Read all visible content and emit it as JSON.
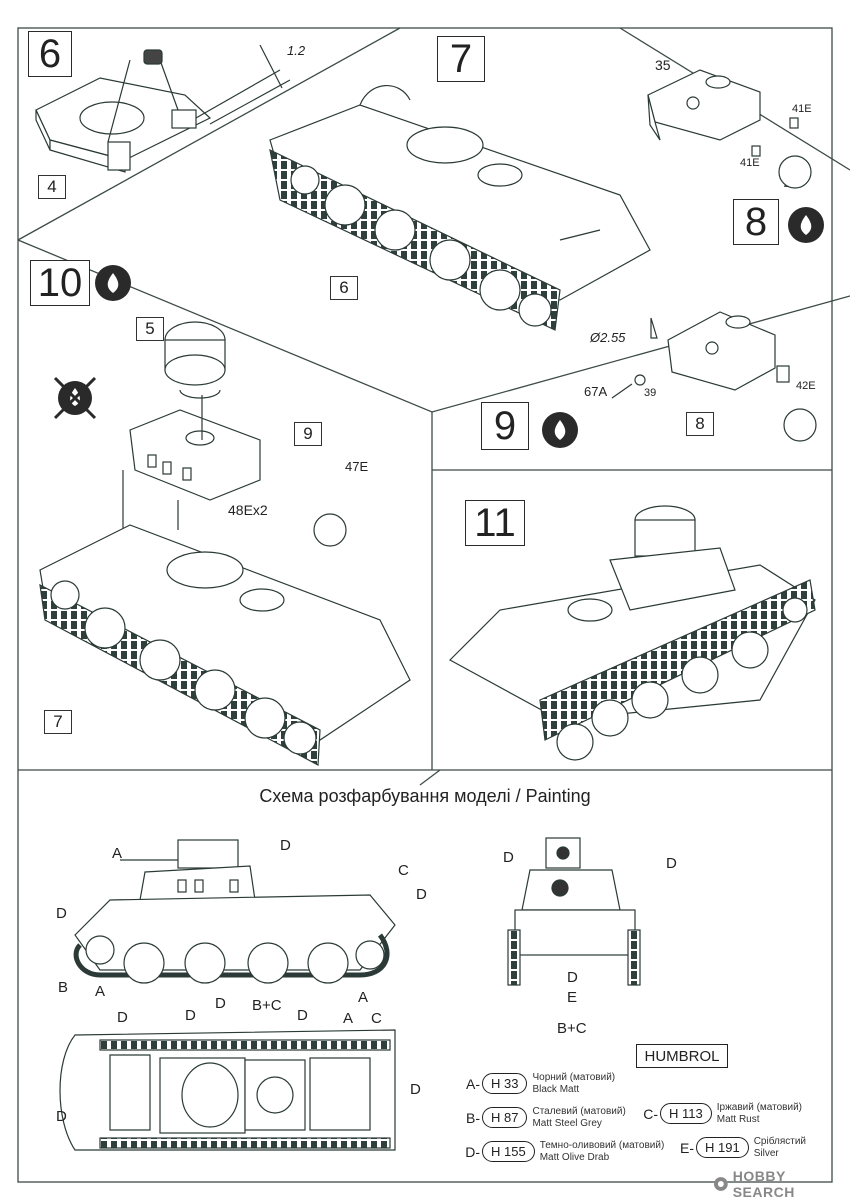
{
  "steps": {
    "s6": {
      "number": "6",
      "parts": {
        "p4": "4"
      },
      "dimension": "1.2"
    },
    "s7": {
      "number": "7",
      "parts": {
        "p6": "6"
      }
    },
    "s8": {
      "number": "8",
      "parts": {
        "p35": "35",
        "p41e_a": "41E",
        "p41e_b": "41E"
      }
    },
    "s9": {
      "number": "9",
      "parts": {
        "dia": "Ø2.55",
        "p67a": "67A",
        "p39": "39",
        "p42e": "42E",
        "p8": "8"
      }
    },
    "s10": {
      "number": "10",
      "parts": {
        "p5": "5",
        "p9": "9",
        "p47e": "47E",
        "p48e": "48Ex2",
        "p7": "7"
      }
    },
    "s11": {
      "number": "11"
    }
  },
  "painting": {
    "title": "Схема  розфарбування моделі / Painting",
    "side_labels": {
      "a1": "A",
      "a2": "A",
      "a3": "A",
      "b": "B",
      "bc": "B+C",
      "c": "C",
      "d1": "D",
      "d2": "D",
      "d3": "D",
      "d4": "D"
    },
    "rear_labels": {
      "d1": "D",
      "d2": "D",
      "d3": "D",
      "e": "E",
      "bc": "B+C"
    },
    "top_labels": {
      "d1": "D",
      "d2": "D",
      "d3": "D",
      "d4": "D",
      "a": "A",
      "c": "C",
      "d5": "D"
    },
    "brand": "HUMBROL",
    "colors": [
      {
        "letter": "A-",
        "code": "H 33",
        "ua": "Чорний (матовий)",
        "en": "Black Matt"
      },
      {
        "letter": "B-",
        "code": "H 87",
        "ua": "Сталевий (матовий)",
        "en": "Matt Steel Grey"
      },
      {
        "letter": "C-",
        "code": "H 113",
        "ua": "Іржавий (матовий)",
        "en": "Matt Rust"
      },
      {
        "letter": "D-",
        "code": "H 155",
        "ua": "Темно-оливовий (матовий)",
        "en": "Matt Olive Drab"
      },
      {
        "letter": "E-",
        "code": "H 191",
        "ua": "Сріблястий",
        "en": "Silver"
      }
    ]
  },
  "watermark": "HOBBY SEARCH",
  "theme": {
    "line": "#2b3a36",
    "ink": "#222222"
  }
}
